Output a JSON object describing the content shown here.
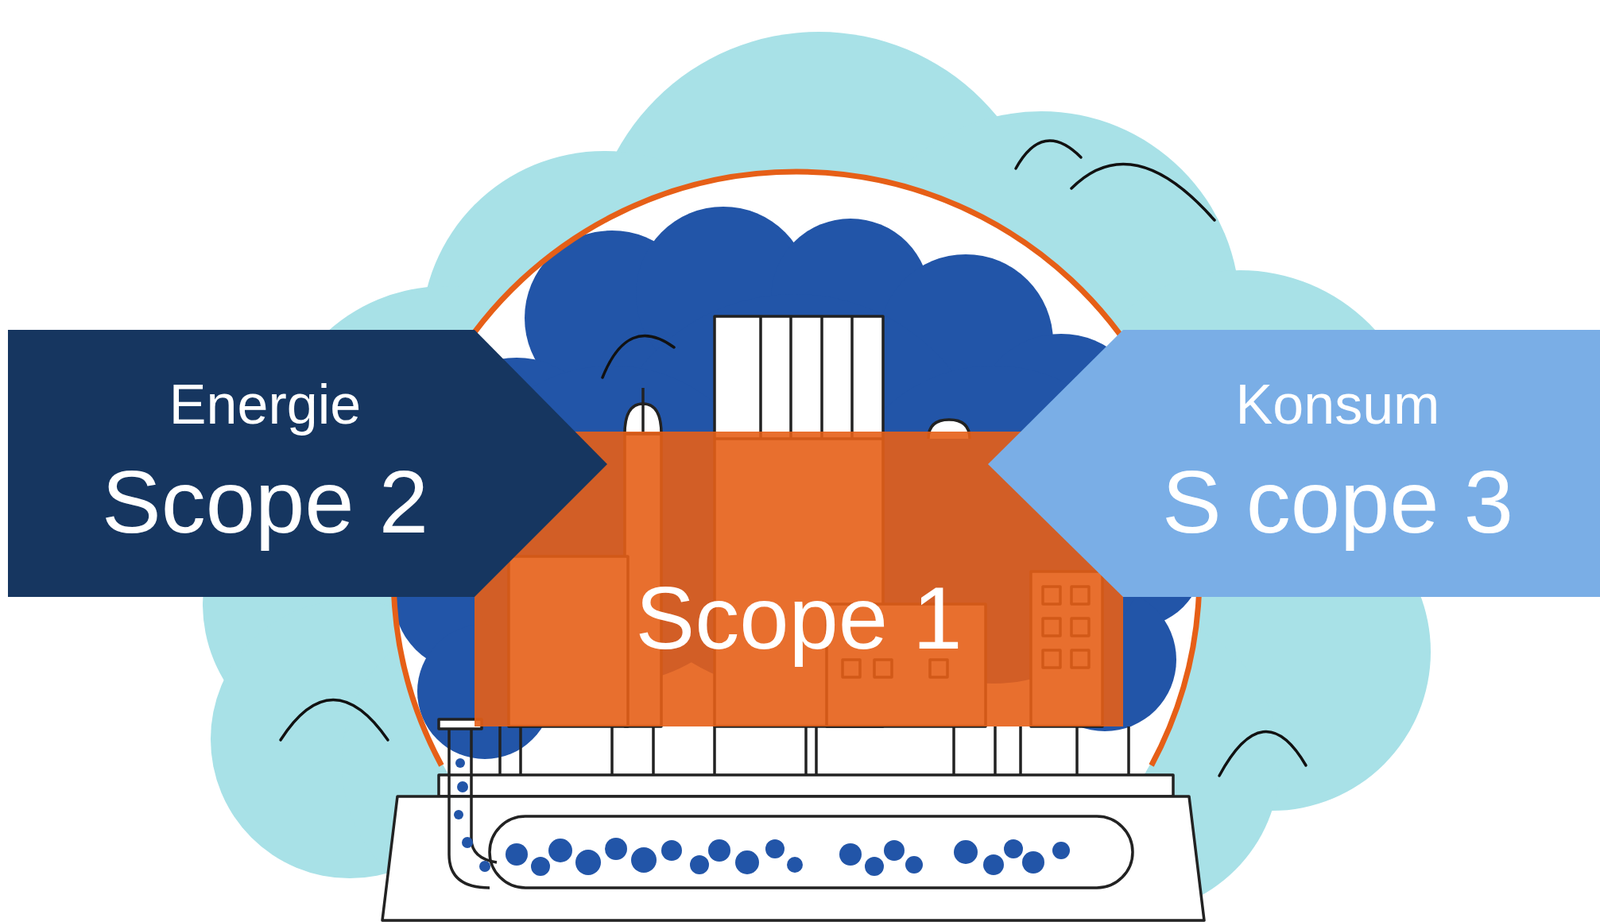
{
  "diagram": {
    "nodes": [
      {
        "text": [
          "Energie",
          "Scope 2"
        ]
      },
      {
        "text": [
          "Scope 1"
        ]
      },
      {
        "text": [
          "Konsum",
          "S cope 3"
        ]
      }
    ]
  }
}
